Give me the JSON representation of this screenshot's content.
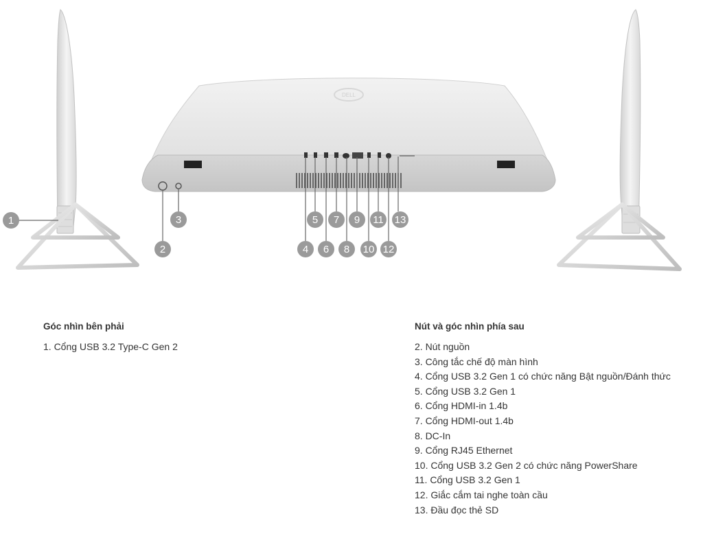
{
  "callouts": [
    "1",
    "2",
    "3",
    "4",
    "5",
    "6",
    "7",
    "8",
    "9",
    "10",
    "11",
    "12",
    "13"
  ],
  "brand_logo": "DELL",
  "colors": {
    "badge": "#9a9a9a",
    "body": "#e6e6e6",
    "panel": "#d4d4d4",
    "stand": "#d9d9d9",
    "text": "#333333"
  },
  "right_view": {
    "heading": "Góc nhìn bên phải",
    "items": [
      "1. Cổng USB 3.2 Type-C Gen 2"
    ]
  },
  "rear_view": {
    "heading": "Nút và góc nhìn phía sau",
    "items": [
      "2. Nút nguồn",
      "3. Công tắc chế độ màn hình",
      "4. Cổng USB 3.2 Gen 1 có chức năng Bật nguồn/Đánh thức",
      "5. Cổng USB 3.2 Gen 1",
      "6. Cổng HDMI-in 1.4b",
      "7. Cổng HDMI-out 1.4b",
      "8. DC-In",
      "9. Cổng RJ45 Ethernet",
      "10. Cổng USB 3.2 Gen 2 có chức năng PowerShare",
      "11. Cổng USB 3.2 Gen 1",
      "12. Giắc cắm tai nghe toàn cầu",
      "13. Đầu đọc thẻ SD"
    ]
  }
}
